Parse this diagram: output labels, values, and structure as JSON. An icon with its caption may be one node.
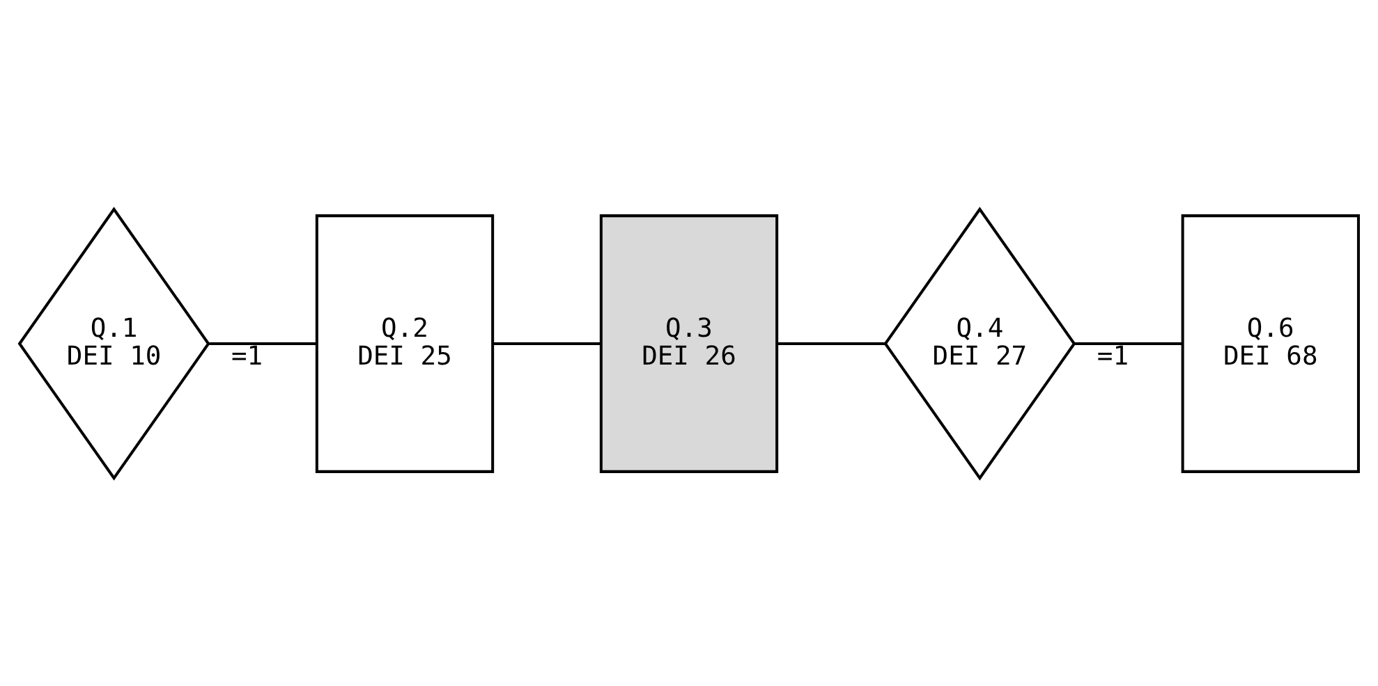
{
  "diagram": {
    "nodes": [
      {
        "text": [
          "Q.1",
          "DEI 10"
        ]
      },
      {
        "text": [
          "Q.2",
          "DEI 25"
        ]
      },
      {
        "text": [
          "Q.3",
          "DEI 26"
        ]
      },
      {
        "text": [
          "Q.4",
          "DEI 27"
        ]
      },
      {
        "text": [
          "Q.6",
          "DEI 68"
        ]
      }
    ],
    "edges": [
      {
        "from": 0,
        "to": 1,
        "arrow": "none",
        "label": "=1"
      },
      {
        "from": 1,
        "to": 2,
        "arrow": "none"
      },
      {
        "from": 2,
        "to": 3,
        "arrow": "none"
      },
      {
        "from": 3,
        "to": 4,
        "arrow": "none",
        "label": "=1"
      }
    ]
  }
}
